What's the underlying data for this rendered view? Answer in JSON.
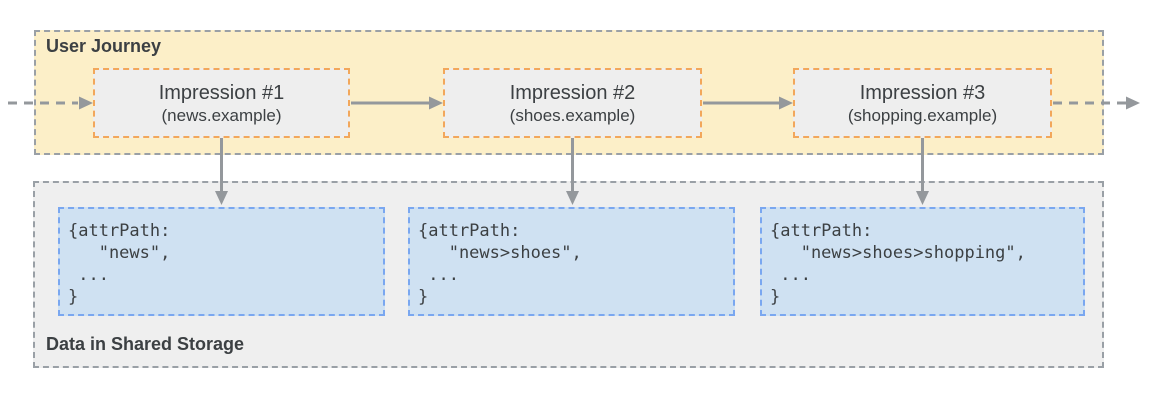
{
  "user_journey": {
    "label": "User Journey",
    "impressions": [
      {
        "title": "Impression #1",
        "subtitle": "(news.example)"
      },
      {
        "title": "Impression #2",
        "subtitle": "(shoes.example)"
      },
      {
        "title": "Impression #3",
        "subtitle": "(shopping.example)"
      }
    ]
  },
  "shared_storage": {
    "label": "Data in Shared Storage",
    "entries": [
      {
        "code": "{attrPath:\n   \"news\",\n ...\n}"
      },
      {
        "code": "{attrPath:\n   \"news>shoes\",\n ...\n}"
      },
      {
        "code": "{attrPath:\n   \"news>shoes>shopping\",\n ...\n}"
      }
    ]
  },
  "arrows": {
    "flow": [
      "journey-entry -> impression-1 (dashed)",
      "impression-1 -> impression-2 (solid)",
      "impression-2 -> impression-3 (solid)",
      "impression-3 -> journey-exit (dashed)",
      "impression-1 -> storage-entry-1 (down)",
      "impression-2 -> storage-entry-2 (down)",
      "impression-3 -> storage-entry-3 (down)"
    ]
  },
  "colors": {
    "journey_band_fill": "#fcefc8",
    "storage_band_fill": "#efefef",
    "impression_box_fill": "#eeeeee",
    "impression_border": "#f2a75b",
    "storage_entry_fill": "#cfe1f2",
    "storage_entry_border": "#7aa7f0",
    "band_border": "#9aa0a6",
    "arrow": "#94989c",
    "text": "#3c4043"
  }
}
